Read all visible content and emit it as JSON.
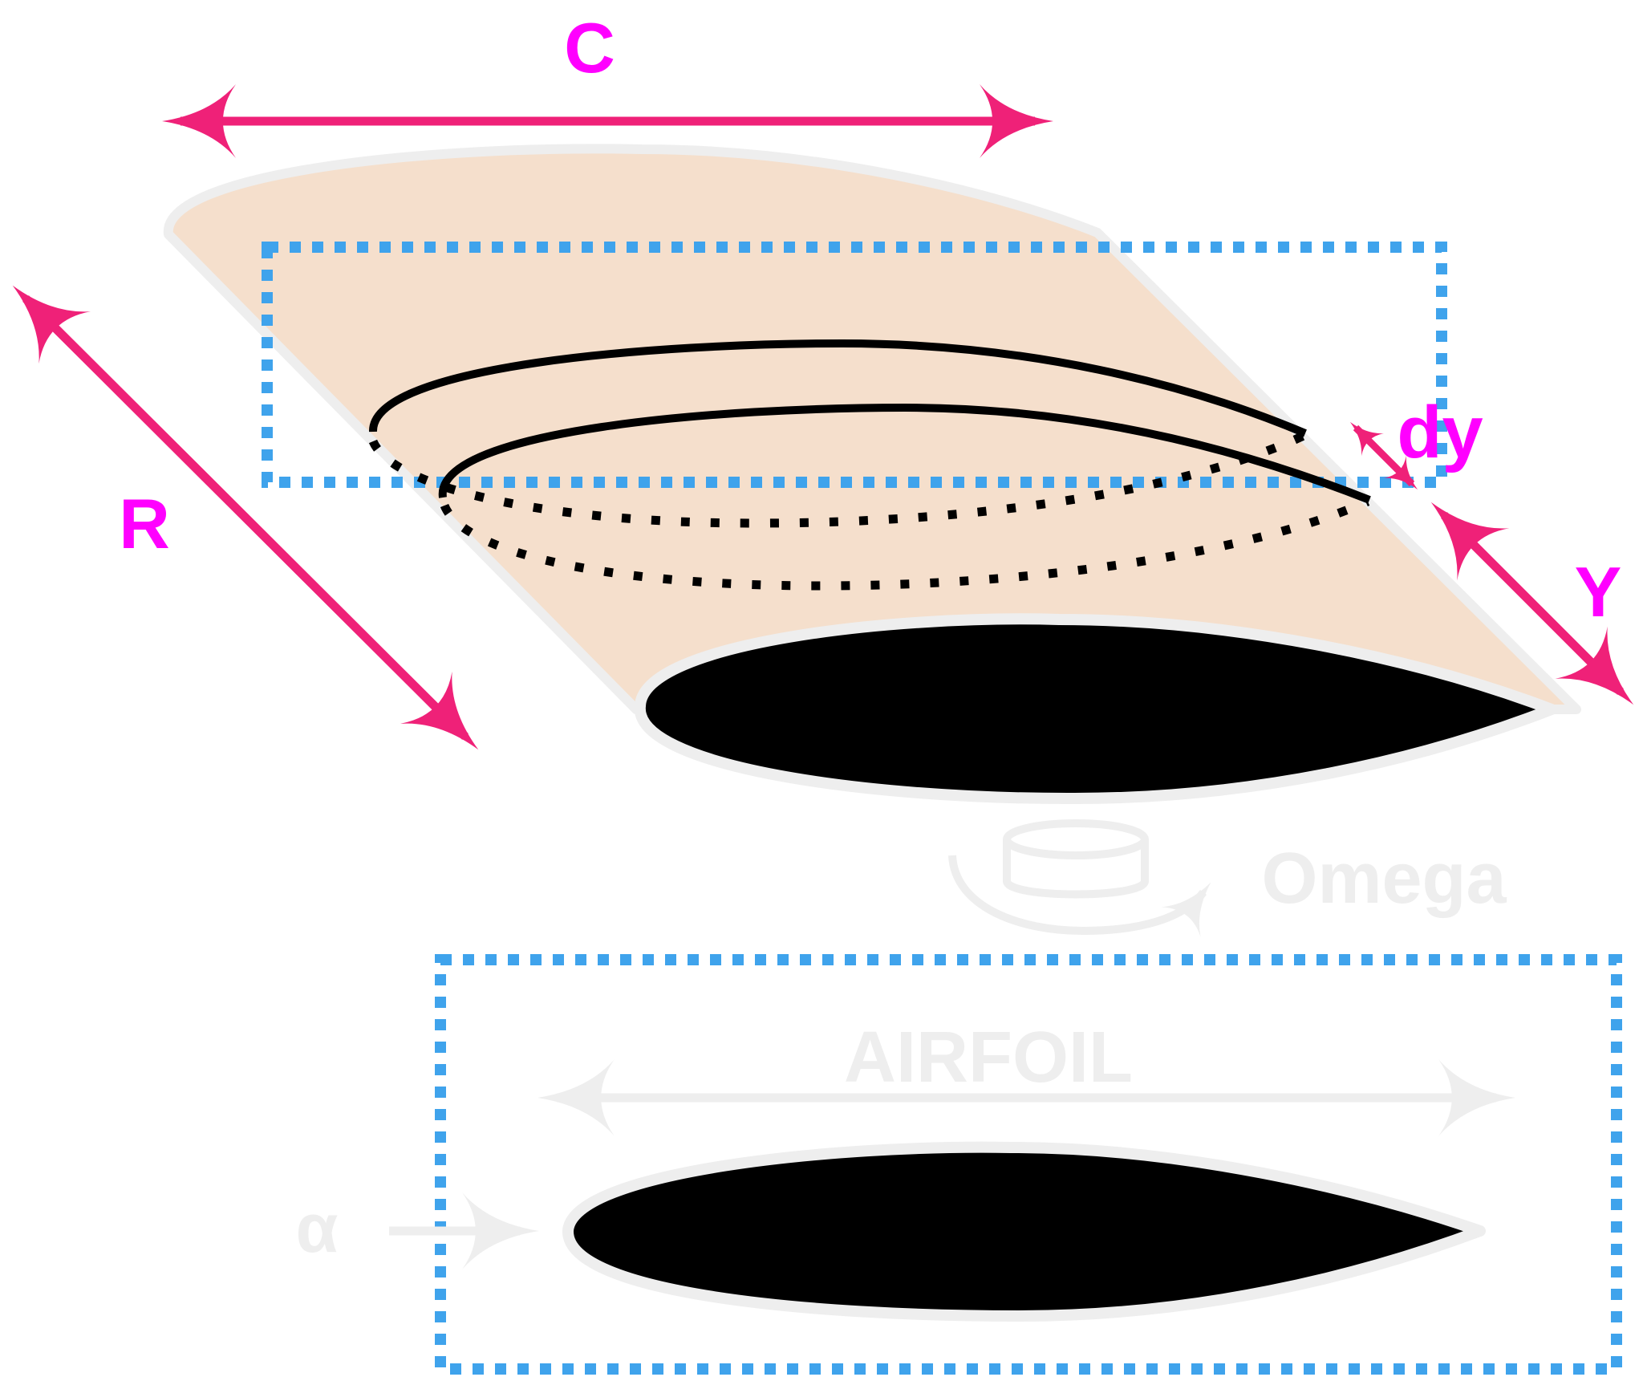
{
  "labels": {
    "chord": "C",
    "radius": "R",
    "element_width": "dy",
    "spanwise_position": "Y",
    "rotation": "Omega",
    "section": "AIRFOIL",
    "angle_of_attack": "α"
  },
  "colors": {
    "dimension_arrow": "#ef2178",
    "label_magenta": "#ff00ff",
    "selection_box": "#3fa3ec",
    "blade_fill": "#f5dfcc",
    "outline_grey": "#eeeeee",
    "airfoil_fill": "#000000",
    "faded_grey": "#eeeeee"
  },
  "icons": {
    "rotation": "rotation-cylinder-icon"
  }
}
